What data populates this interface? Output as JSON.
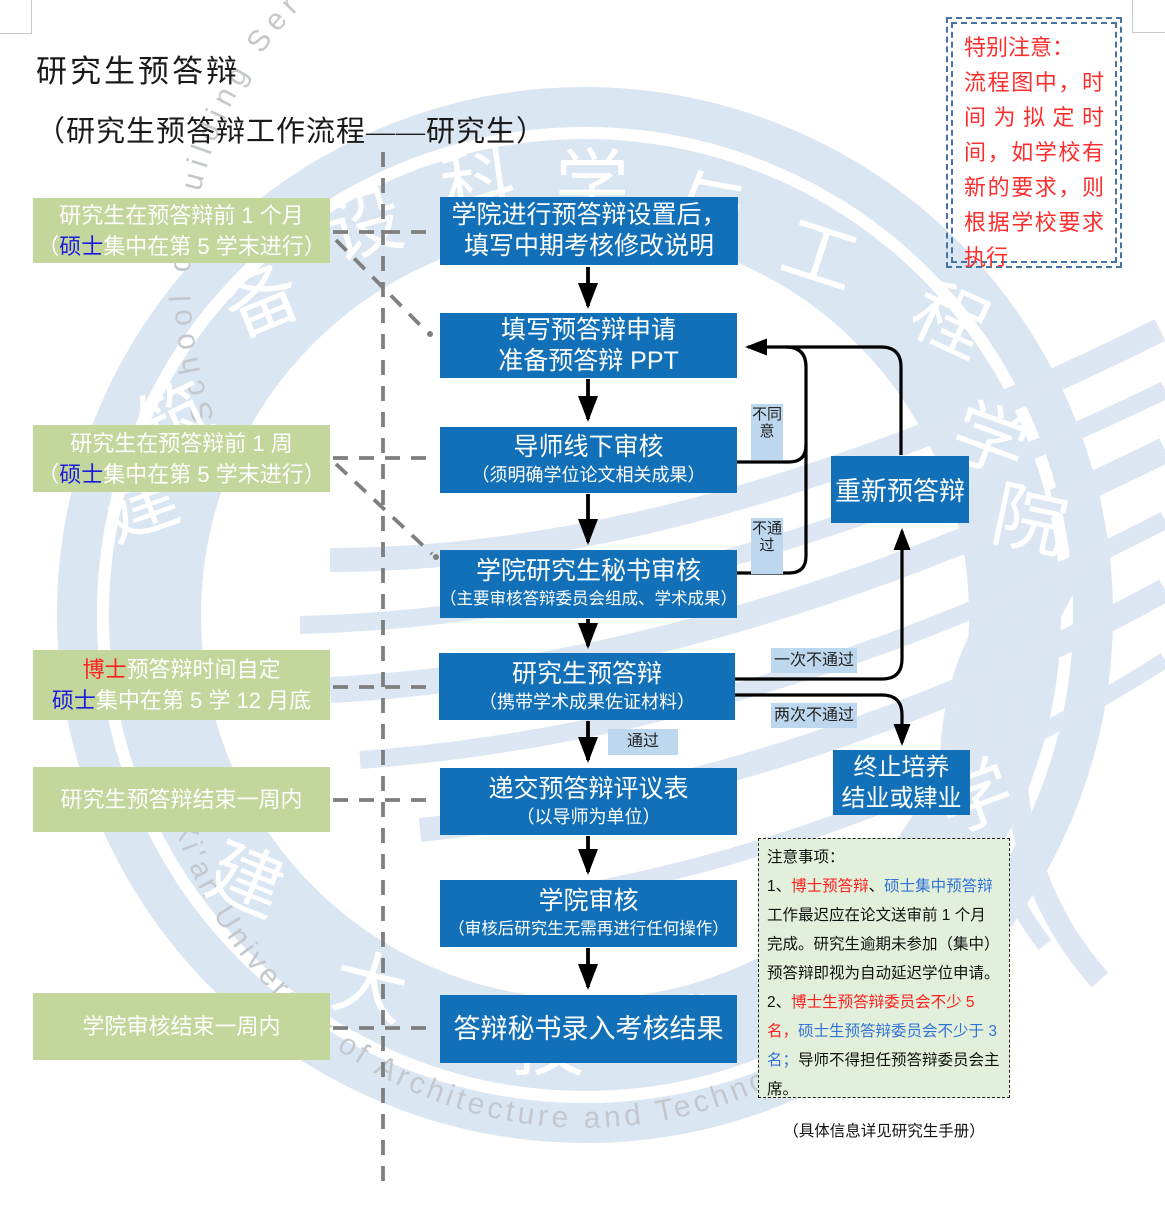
{
  "page": {
    "title": "研究生预答辩",
    "subtitle": "（研究生预答辩工作流程——研究生）"
  },
  "special_note": {
    "heading": "特别注意：",
    "body": "流程图中，时间为拟定时间，如学校有新的要求，则根据学校要求执行"
  },
  "timeline_notes": [
    {
      "line1": "研究生在预答辩前 1 个月",
      "line2_pre": "（",
      "line2_em": "硕士",
      "line2_post": "集中在第 5 学末进行）"
    },
    {
      "line1": "研究生在预答辩前 1 周",
      "line2_pre": "（",
      "line2_em": "硕士",
      "line2_post": "集中在第 5 学末进行）"
    },
    {
      "line1_em": "博士",
      "line1_post": "预答辩时间自定",
      "line2_em": "硕士",
      "line2_post": "集中在第 5 学 12 月底"
    },
    {
      "line1": "研究生预答辩结束一周内"
    },
    {
      "line1": "学院审核结束一周内"
    }
  ],
  "steps": [
    {
      "line1": "学院进行预答辩设置后，",
      "line2": "填写中期考核修改说明"
    },
    {
      "line1": "填写预答辩申请",
      "line2": "准备预答辩 PPT"
    },
    {
      "title": "导师线下审核",
      "subtitle": "（须明确学位论文相关成果）"
    },
    {
      "title": "学院研究生秘书审核",
      "subtitle": "（主要审核答辩委员会组成、学术成果）"
    },
    {
      "title": "研究生预答辩",
      "subtitle": "（携带学术成果佐证材料）"
    },
    {
      "title": "递交预答辩评议表",
      "subtitle": "（以导师为单位）"
    },
    {
      "title": "学院审核",
      "subtitle": "（审核后研究生无需再进行任何操作）"
    },
    {
      "title": "答辩秘书录入考核结果"
    }
  ],
  "outcomes": {
    "redo": "重新预答辩",
    "terminate_line1": "终止培养",
    "terminate_line2": "结业或肄业"
  },
  "edge_labels": {
    "disagree": "不同意",
    "not_pass": "不通过",
    "pass": "通过",
    "fail_once": "一次不通过",
    "fail_twice": "两次不通过"
  },
  "notice": {
    "heading": "注意事项：",
    "p1_num": "1、",
    "p1_red": "博士预答辩",
    "p1_sep": "、",
    "p1_blue": "硕士集中预答辩",
    "p1_rest": "工作最迟应在论文送审前 1 个月完成。研究生逾期未参加（集中）预答辩即视为自动延迟学位申请。",
    "p2_num": "2、",
    "p2_red": "博士生预答辩委员会不少 5 名，",
    "p2_blue": "硕士生预答辩委员会不少于 3 名；",
    "p2_rest": "导师不得担任预答辩委员会主席。",
    "footer": "（具体信息详见研究生手册）"
  },
  "watermark": {
    "arc_top": "School of Building Services Science and Engineering",
    "arc_bottom": "Xi'an University of Architecture and Technology",
    "glyphs": [
      "科",
      "学",
      "与",
      "工",
      "程",
      "院",
      "学",
      "设",
      "备",
      "筑",
      "建",
      "大",
      "技",
      "术",
      "学",
      "建"
    ]
  },
  "colors": {
    "process_blue": "#1270b8",
    "note_green": "#c3d69b",
    "label_blue": "#bdd7ee",
    "notice_bg": "#e2efda",
    "accent_red": "#fe2e2e",
    "accent_blue": "#1c1ce0",
    "dash_gray": "#7f7f7f"
  }
}
